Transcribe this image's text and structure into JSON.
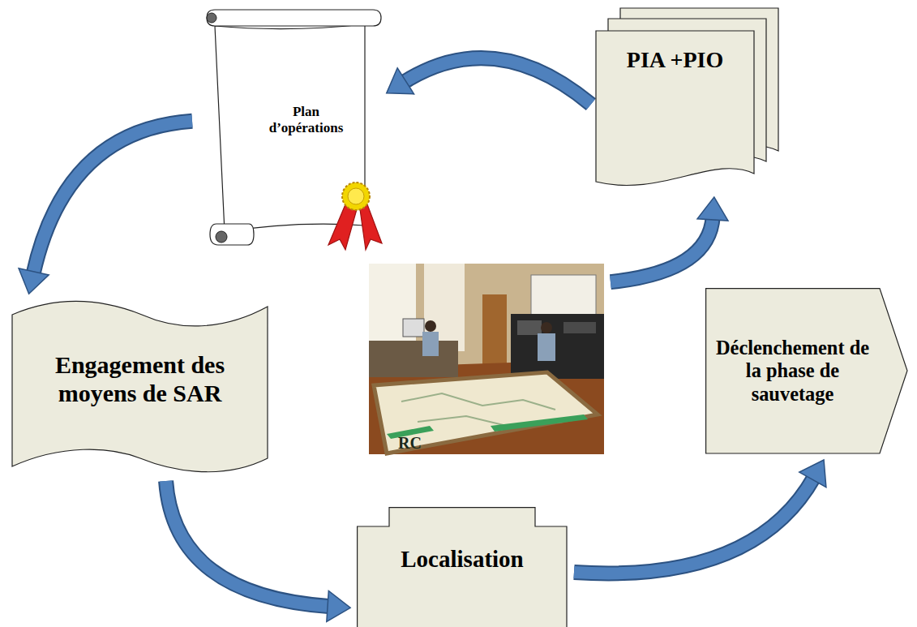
{
  "diagram": {
    "nodes": [
      {
        "text": [
          "Plan d’opérations"
        ]
      },
      {
        "text": [
          "PIA +PIO"
        ]
      },
      {
        "text": [
          "Engagement des moyens de SAR"
        ]
      },
      {
        "text": [
          "RC"
        ]
      },
      {
        "text": [
          "Déclenchement de la phase de sauvetage"
        ]
      },
      {
        "text": [
          "Localisation"
        ]
      }
    ],
    "edges": [
      {
        "from": 3,
        "to": 1,
        "arrow": "to"
      },
      {
        "from": 1,
        "to": 0,
        "arrow": "to"
      },
      {
        "from": 0,
        "to": 2,
        "arrow": "to"
      },
      {
        "from": 2,
        "to": 5,
        "arrow": "to"
      },
      {
        "from": 5,
        "to": 4,
        "arrow": "to"
      }
    ]
  }
}
